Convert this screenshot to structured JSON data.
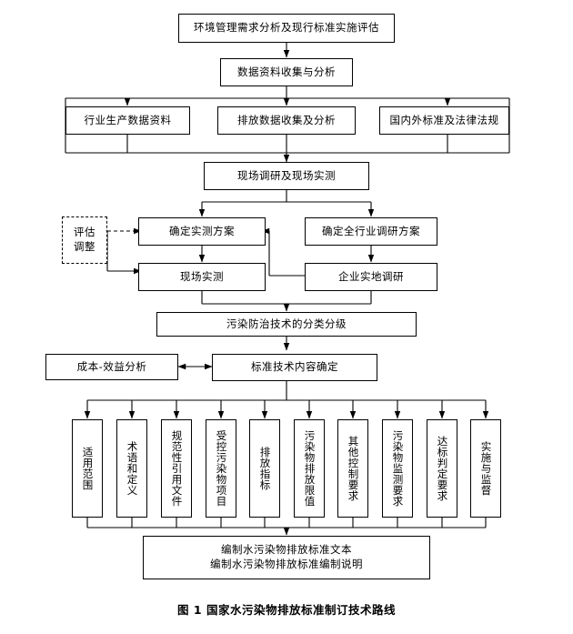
{
  "figure": {
    "caption": "图 1  国家水污染物排放标准制订技术路线"
  },
  "nodes": {
    "n1": "环境管理需求分析及现行标准实施评估",
    "n2": "数据资料收集与分析",
    "n3": "行业生产数据资料",
    "n4": "排放数据收集及分析",
    "n5": "国内外标准及法律法规",
    "n6": "现场调研及现场实测",
    "n7": "确定实测方案",
    "n8": "确定全行业调研方案",
    "n9": "评估\n调整",
    "n10": "现场实测",
    "n11": "企业实地调研",
    "n12": "污染防治技术的分类分级",
    "n13": "成本-效益分析",
    "n14": "标准技术内容确定",
    "n15": "编制水污染物排放标准文本\n编制水污染物排放标准编制说明"
  },
  "content_columns": [
    {
      "id": "c1",
      "label": "适用范围"
    },
    {
      "id": "c2",
      "label": "术语和定义"
    },
    {
      "id": "c3",
      "label": "规范性引用文件"
    },
    {
      "id": "c4",
      "label": "受控污染物项目"
    },
    {
      "id": "c5",
      "label": "排放指标"
    },
    {
      "id": "c6",
      "label": "污染物排放限值"
    },
    {
      "id": "c7",
      "label": "其他控制要求"
    },
    {
      "id": "c8",
      "label": "污染物监测要求"
    },
    {
      "id": "c9",
      "label": "达标判定要求"
    },
    {
      "id": "c10",
      "label": "实施与监督"
    }
  ],
  "colors": {
    "line": "#000000",
    "box_fill": "#ffffff",
    "text": "#000000"
  }
}
